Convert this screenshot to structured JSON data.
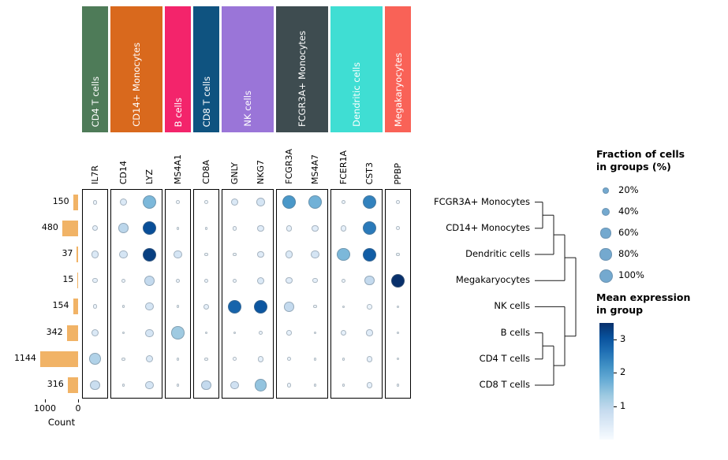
{
  "figure": {
    "groups": [
      {
        "label": "CD4 T cells",
        "color": "#4e7b58",
        "genes": [
          "IL7R"
        ]
      },
      {
        "label": "CD14+ Monocytes",
        "color": "#d9691d",
        "genes": [
          "CD14",
          "LYZ"
        ]
      },
      {
        "label": "B cells",
        "color": "#f3246b",
        "genes": [
          "MS4A1"
        ]
      },
      {
        "label": "CD8 T cells",
        "color": "#0f5380",
        "genes": [
          "CD8A"
        ]
      },
      {
        "label": "NK cells",
        "color": "#9a75d8",
        "genes": [
          "GNLY",
          "NKG7"
        ]
      },
      {
        "label": "FCGR3A+ Monocytes",
        "color": "#3e4c50",
        "genes": [
          "FCGR3A",
          "MS4A7"
        ]
      },
      {
        "label": "Dendritic cells",
        "color": "#3fded3",
        "genes": [
          "FCER1A",
          "CST3"
        ]
      },
      {
        "label": "Megakaryocytes",
        "color": "#f96257",
        "genes": [
          "PPBP"
        ]
      }
    ]
  },
  "chart_data": [
    {
      "type": "heatmap",
      "variant": "dotplot",
      "genes": [
        "IL7R",
        "CD14",
        "LYZ",
        "MS4A1",
        "CD8A",
        "GNLY",
        "NKG7",
        "FCGR3A",
        "MS4A7",
        "FCER1A",
        "CST3",
        "PPBP"
      ],
      "rows": [
        "FCGR3A+ Monocytes",
        "CD14+ Monocytes",
        "Dendritic cells",
        "Megakaryocytes",
        "NK cells",
        "B cells",
        "CD4 T cells",
        "CD8 T cells"
      ],
      "encoding": {
        "size": "fraction_pct",
        "color": "mean_expression"
      },
      "color_map": "Blues",
      "vmax": 3.5,
      "fraction_pct": [
        [
          12,
          30,
          100,
          8,
          8,
          30,
          40,
          98,
          98,
          10,
          100,
          8
        ],
        [
          18,
          55,
          100,
          5,
          5,
          12,
          25,
          20,
          25,
          20,
          100,
          8
        ],
        [
          30,
          35,
          100,
          35,
          6,
          8,
          25,
          30,
          35,
          95,
          100,
          6
        ],
        [
          15,
          10,
          60,
          10,
          10,
          10,
          30,
          25,
          15,
          10,
          55,
          100
        ],
        [
          12,
          5,
          35,
          5,
          20,
          100,
          100,
          55,
          6,
          4,
          15,
          4
        ],
        [
          30,
          5,
          35,
          95,
          5,
          5,
          10,
          15,
          5,
          20,
          25,
          3
        ],
        [
          75,
          6,
          30,
          5,
          7,
          8,
          22,
          8,
          5,
          5,
          20,
          3
        ],
        [
          50,
          5,
          35,
          5,
          55,
          40,
          80,
          10,
          5,
          4,
          20,
          3
        ]
      ],
      "mean_expression": [
        [
          0.2,
          0.5,
          1.6,
          0.1,
          0.1,
          0.5,
          0.6,
          2.1,
          1.7,
          0.2,
          2.4,
          0.1
        ],
        [
          0.3,
          1.0,
          3.1,
          0.1,
          0.1,
          0.2,
          0.4,
          0.3,
          0.4,
          0.3,
          2.5,
          0.1
        ],
        [
          0.5,
          0.6,
          3.3,
          0.6,
          0.1,
          0.1,
          0.4,
          0.5,
          0.6,
          1.6,
          2.9,
          0.1
        ],
        [
          0.3,
          0.2,
          0.9,
          0.2,
          0.2,
          0.2,
          0.5,
          0.4,
          0.3,
          0.2,
          0.9,
          3.5
        ],
        [
          0.2,
          0.1,
          0.6,
          0.1,
          0.3,
          2.8,
          3.0,
          0.9,
          0.1,
          0.1,
          0.2,
          0.1
        ],
        [
          0.5,
          0.1,
          0.6,
          1.3,
          0.1,
          0.1,
          0.2,
          0.3,
          0.1,
          0.3,
          0.4,
          0.1
        ],
        [
          1.1,
          0.1,
          0.5,
          0.1,
          0.1,
          0.1,
          0.3,
          0.2,
          0.1,
          0.1,
          0.3,
          0.1
        ],
        [
          0.8,
          0.1,
          0.6,
          0.1,
          0.9,
          0.7,
          1.4,
          0.2,
          0.1,
          0.1,
          0.3,
          0.1
        ]
      ]
    },
    {
      "type": "bar",
      "orientation": "horizontal",
      "categories": [
        "FCGR3A+ Monocytes",
        "CD14+ Monocytes",
        "Dendritic cells",
        "Megakaryocytes",
        "NK cells",
        "B cells",
        "CD4 T cells",
        "CD8 T cells"
      ],
      "values": [
        150,
        480,
        37,
        15,
        154,
        342,
        1144,
        316
      ],
      "xlabel": "Count",
      "xlim": [
        1150,
        0
      ],
      "bar_color": "#f1b366"
    }
  ],
  "dendrogram": {
    "merges": [
      {
        "a": "r0",
        "b": "r1",
        "x": 10
      },
      {
        "a": "m0",
        "b": "r2",
        "x": 24
      },
      {
        "a": "r5",
        "b": "r6",
        "x": 10
      },
      {
        "a": "m2",
        "b": "r7",
        "x": 24
      },
      {
        "a": "m1",
        "b": "r3",
        "x": 38
      },
      {
        "a": "m3",
        "b": "r4",
        "x": 38
      },
      {
        "a": "m4",
        "b": "m5",
        "x": 52
      }
    ]
  },
  "legend": {
    "size_title_line1": "Fraction of cells",
    "size_title_line2": "in groups (%)",
    "size_items": [
      {
        "label": "20%",
        "value": 20
      },
      {
        "label": "40%",
        "value": 40
      },
      {
        "label": "60%",
        "value": 60
      },
      {
        "label": "80%",
        "value": 80
      },
      {
        "label": "100%",
        "value": 100
      }
    ],
    "dot_color": "#74a9cf",
    "color_title_line1": "Mean expression",
    "color_title_line2": "in group",
    "color_ticks": [
      {
        "label": "3",
        "value": 3
      },
      {
        "label": "2",
        "value": 2
      },
      {
        "label": "1",
        "value": 1
      }
    ]
  },
  "count_axis": {
    "tick_labels": [
      "1000",
      "0"
    ],
    "tick_values": [
      1000,
      0
    ],
    "label": "Count"
  }
}
